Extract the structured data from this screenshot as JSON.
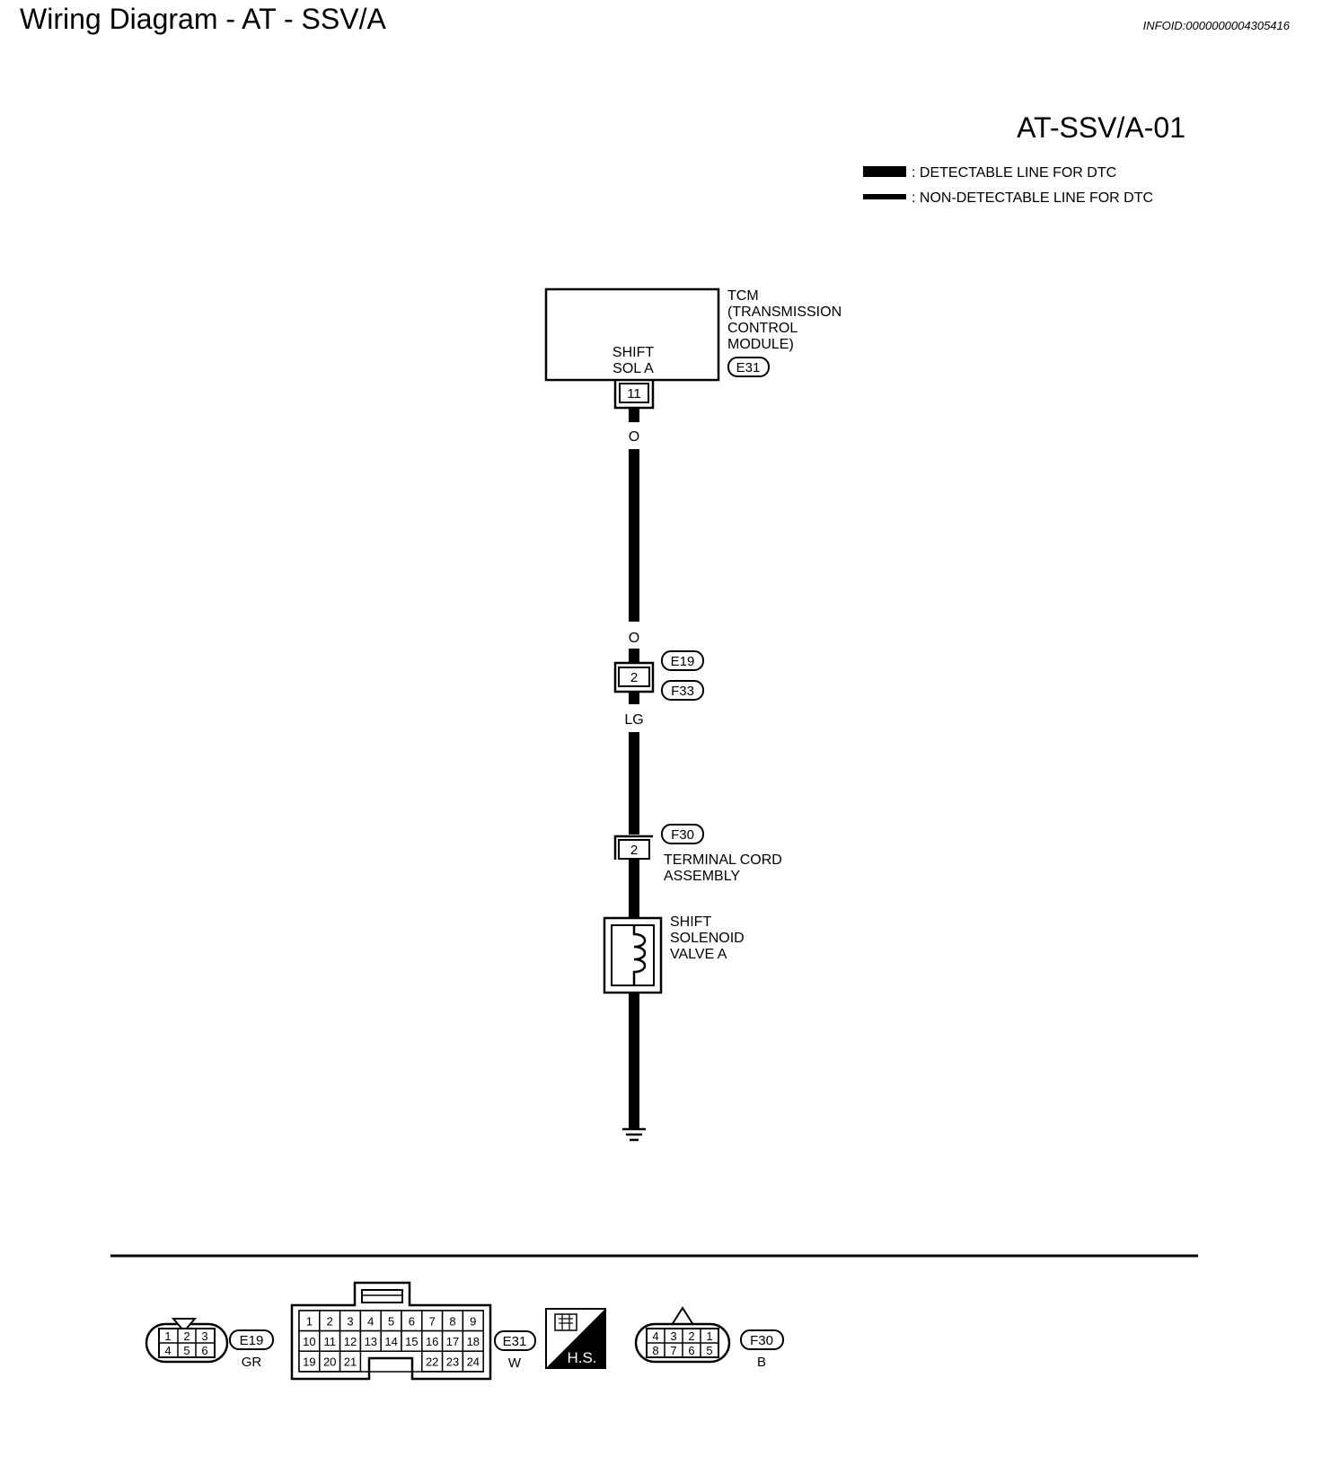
{
  "header": {
    "title": "Wiring Diagram - AT - SSV/A",
    "info_id": "INFOID:0000000004305416"
  },
  "diagram_id": "AT-SSV/A-01",
  "legend": {
    "detectable": ": DETECTABLE LINE FOR DTC",
    "non_detectable": ": NON-DETECTABLE LINE FOR DTC"
  },
  "tcm": {
    "name_lines": [
      "TCM",
      "(TRANSMISSION",
      "CONTROL",
      "MODULE)"
    ],
    "terminal_label_lines": [
      "SHIFT",
      "SOL A"
    ],
    "connector": "E31",
    "pin": "11"
  },
  "wires": {
    "upper_color_top": "O",
    "upper_color_bottom": "O",
    "lower_color": "LG"
  },
  "junction": {
    "pin": "2",
    "connector_top": "E19",
    "connector_bottom": "F33"
  },
  "terminal_cord": {
    "connector": "F30",
    "pin": "2",
    "label_lines": [
      "TERMINAL CORD",
      "ASSEMBLY"
    ]
  },
  "solenoid": {
    "label_lines": [
      "SHIFT",
      "SOLENOID",
      "VALVE A"
    ]
  },
  "connector_views": {
    "e19": {
      "id": "E19",
      "color": "GR",
      "row1": [
        "1",
        "2",
        "3"
      ],
      "row2": [
        "4",
        "5",
        "6"
      ]
    },
    "e31": {
      "id": "E31",
      "color": "W",
      "row1": [
        "1",
        "2",
        "3",
        "4",
        "5",
        "6",
        "7",
        "8",
        "9"
      ],
      "row2": [
        "10",
        "11",
        "12",
        "13",
        "14",
        "15",
        "16",
        "17",
        "18"
      ],
      "row3_left": [
        "19",
        "20",
        "21"
      ],
      "row3_right": [
        "22",
        "23",
        "24"
      ]
    },
    "hs_badge": "H.S.",
    "f30": {
      "id": "F30",
      "color": "B",
      "row1": [
        "4",
        "3",
        "2",
        "1"
      ],
      "row2": [
        "8",
        "7",
        "6",
        "5"
      ]
    }
  }
}
